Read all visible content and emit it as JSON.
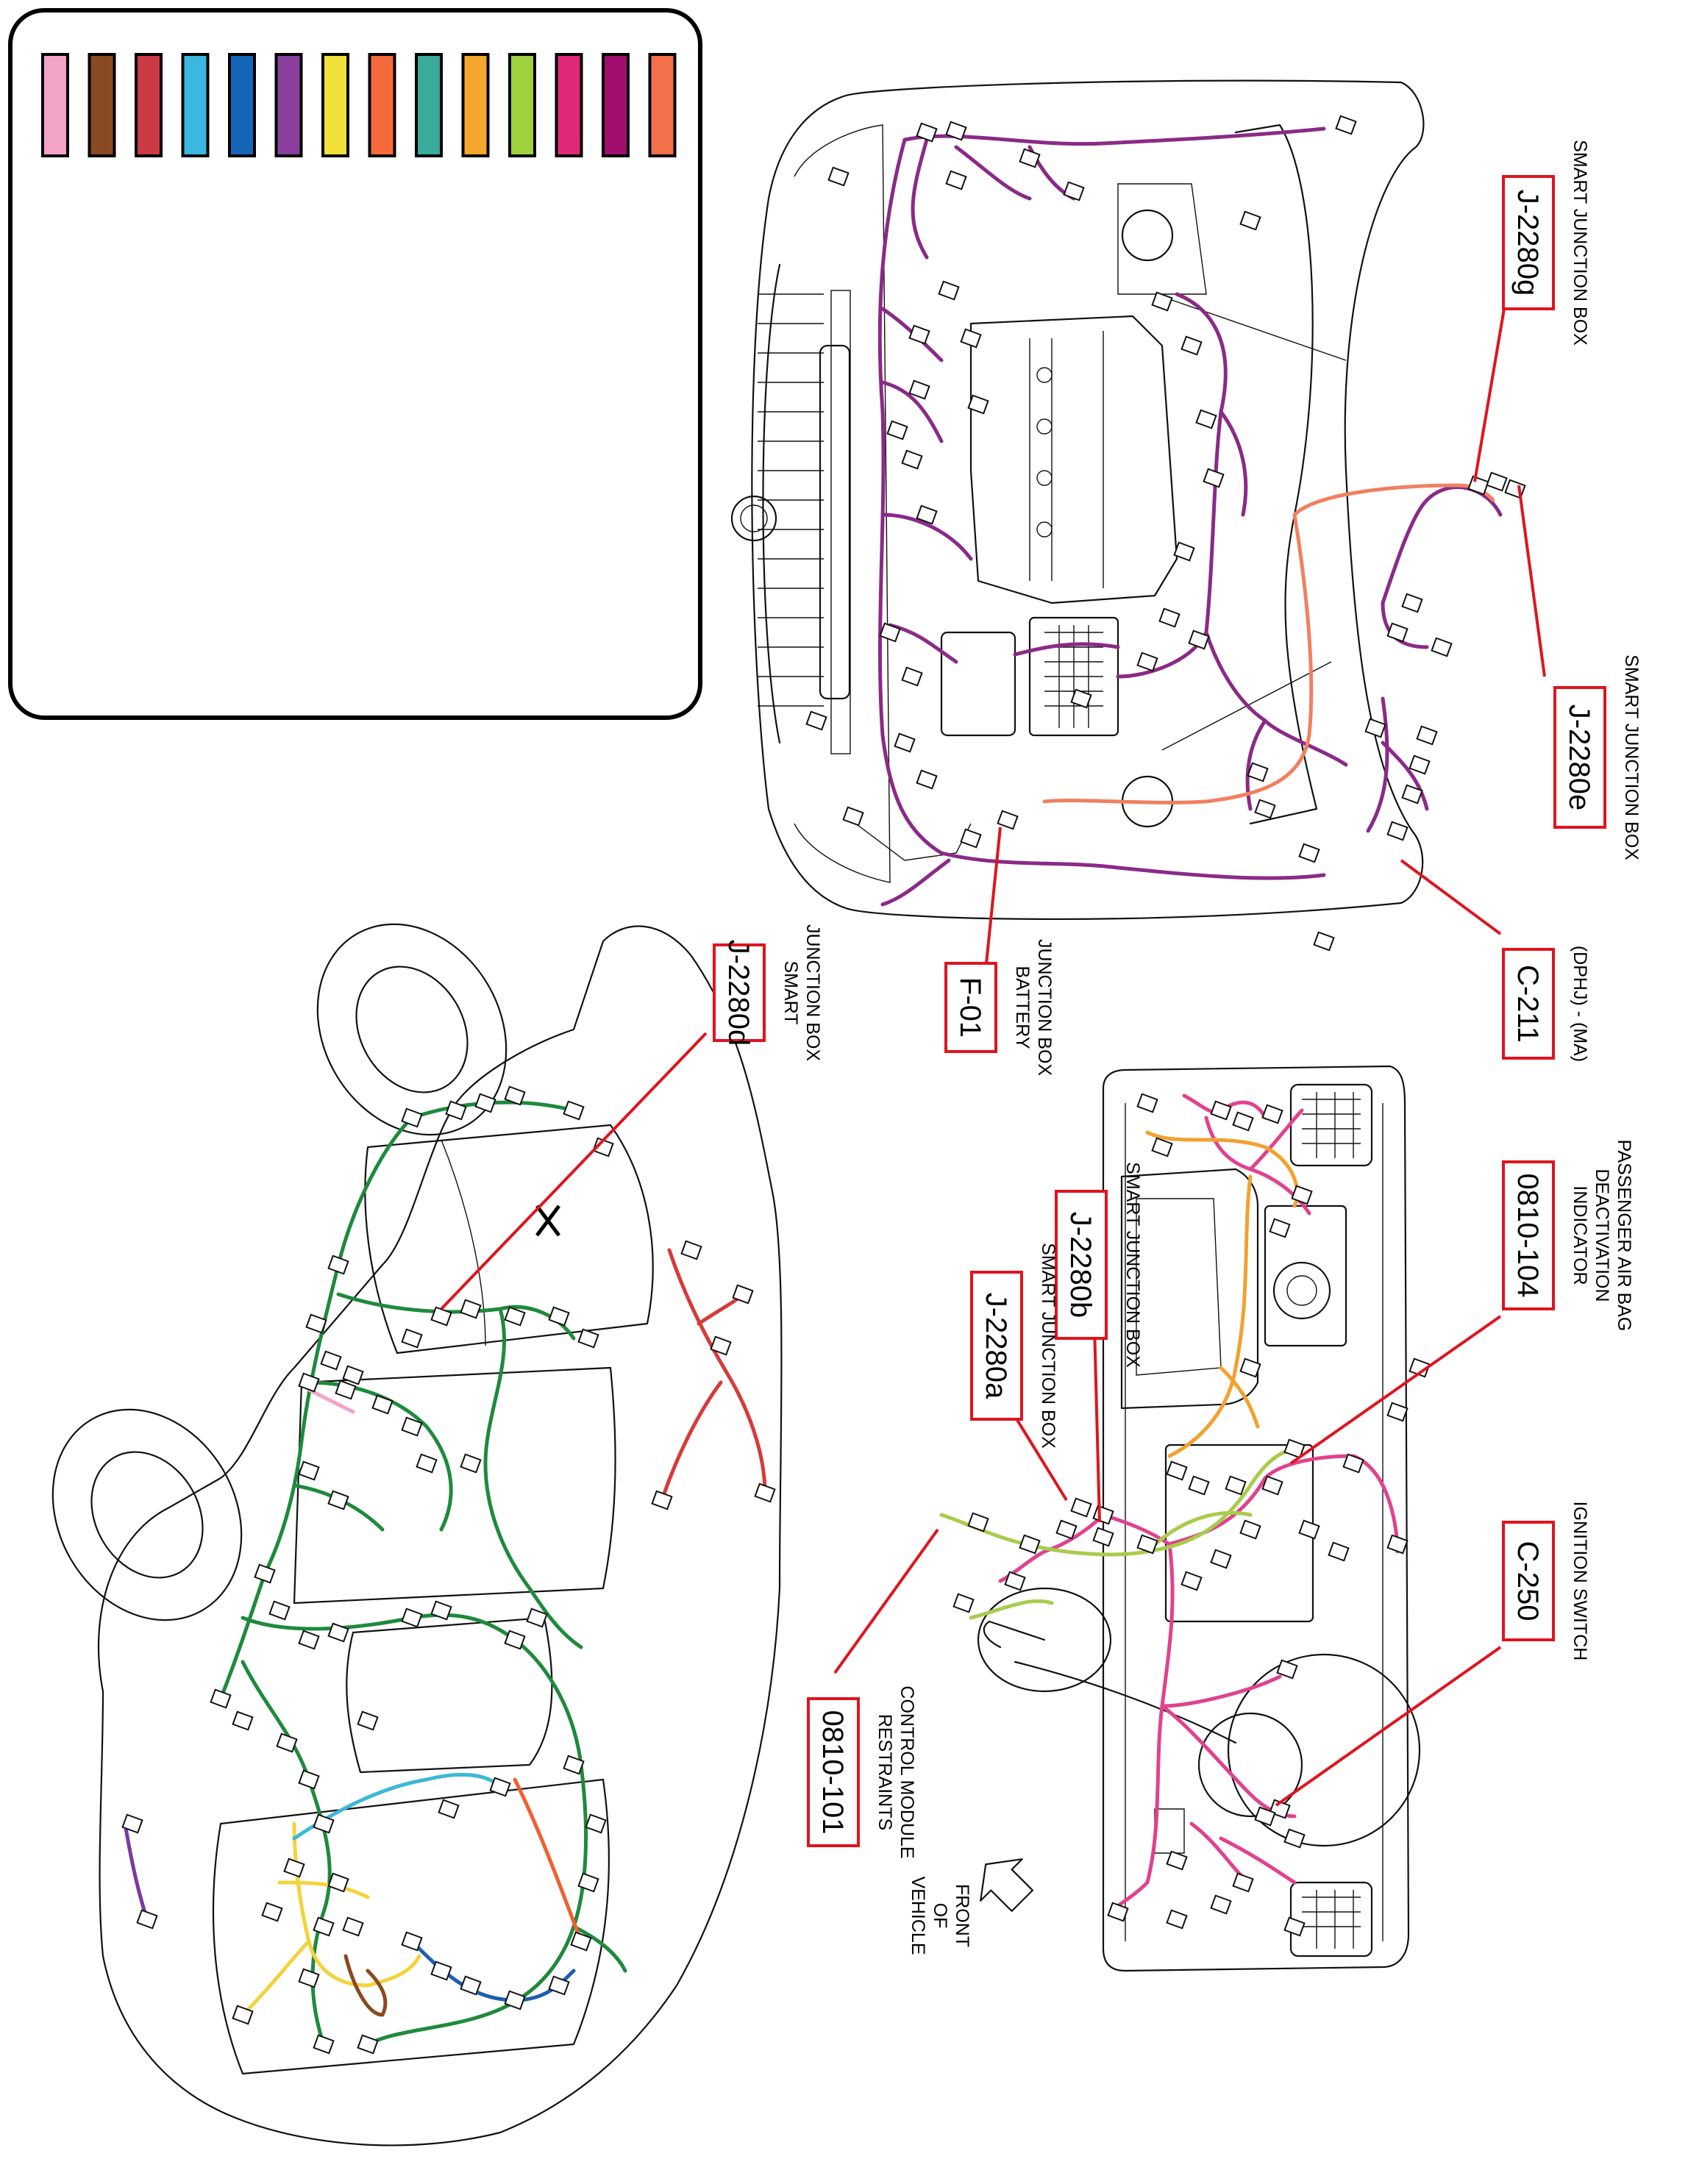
{
  "colors": {
    "engine_harness": "#8a2a87",
    "engine_aux": "#f08060",
    "ip_main": "#e0428e",
    "ip_orange": "#f2a12f",
    "ip_green": "#a8cc4a",
    "body_green": "#1e8a3c",
    "body_red": "#d63a3a",
    "body_yellow": "#f2d33a",
    "body_cyan": "#3cb8d8",
    "body_blue": "#1c5fb0",
    "body_purple": "#7a3aa0",
    "body_orange": "#f06030",
    "body_brown": "#8a4a20",
    "label_red": "#e0141e"
  },
  "legend": {
    "swatches": [
      "#f4a3c8",
      "#8a4a22",
      "#cc3a44",
      "#3cb8e0",
      "#1565b8",
      "#8a3f9e",
      "#f2e03a",
      "#f56a3a",
      "#3aaa9a",
      "#f5a62e",
      "#9ed23e",
      "#e02878",
      "#a00e6e",
      "#f4704a"
    ]
  },
  "callouts": {
    "j2280g": {
      "code": "J-2280g",
      "desc": [
        "SMART JUNCTION BOX"
      ]
    },
    "j2280e": {
      "code": "J-2280e",
      "desc": [
        "SMART JUNCTION BOX"
      ]
    },
    "c211": {
      "code": "C-211",
      "desc": [
        "(DPHJ) - (MA)"
      ]
    },
    "f01": {
      "code": "F-01",
      "desc": [
        "BATTERY",
        "JUNCTION BOX"
      ]
    },
    "j2280d": {
      "code": "J-2280d",
      "desc": [
        "SMART",
        "JUNCTION BOX"
      ]
    },
    "ab0810104": {
      "code": "0810-104",
      "desc": [
        "PASSENGER AIR BAG",
        "DEACTIVATION",
        "INDICATOR"
      ]
    },
    "j2280b": {
      "code": "J-2280b",
      "desc": [
        "SMART JUNCTION BOX"
      ]
    },
    "j2280a": {
      "code": "J-2280a",
      "desc": [
        "SMART JUNCTION BOX"
      ]
    },
    "c250": {
      "code": "C-250",
      "desc": [
        "IGNITION SWITCH"
      ]
    },
    "rcm0810101": {
      "code": "0810-101",
      "desc": [
        "RESTRAINTS",
        "CONTROL MODULE"
      ]
    }
  },
  "front_arrow": {
    "lines": [
      "FRONT",
      "OF",
      "VEHICLE"
    ]
  }
}
